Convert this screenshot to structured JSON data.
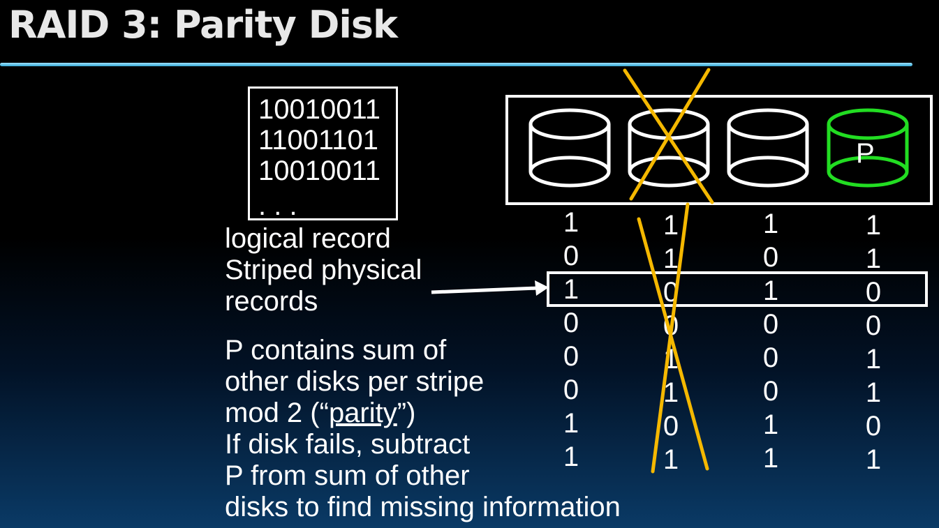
{
  "slide": {
    "title": "RAID 3: Parity Disk"
  },
  "logical_record": {
    "lines": [
      "10010011",
      "11001101",
      "10010011",
      ". . ."
    ]
  },
  "labels": {
    "logical_record": "logical record",
    "striped_line1": "Striped physical",
    "striped_line2": "records"
  },
  "explanation": {
    "line1": "P contains sum of",
    "line2": "other disks per stripe",
    "line3_pre": "mod 2 (“",
    "line3_link": "parity",
    "line3_post": "”)",
    "line4": "If disk fails, subtract",
    "line5": "P from sum of other",
    "line6": "disks to find missing information"
  },
  "disks": {
    "parity_label": "P",
    "colors": {
      "normal": "#ffffff",
      "parity": "#22dd22",
      "failure_mark": "#f5b800"
    },
    "failed_disk_index": 1
  },
  "bit_columns": [
    [
      "1",
      "0",
      "1",
      "0",
      "0",
      "0",
      "1",
      "1"
    ],
    [
      "1",
      "1",
      "0",
      "0",
      "1",
      "1",
      "0",
      "1"
    ],
    [
      "1",
      "0",
      "1",
      "0",
      "0",
      "0",
      "1",
      "1"
    ],
    [
      "1",
      "1",
      "0",
      "0",
      "1",
      "1",
      "0",
      "1"
    ]
  ]
}
